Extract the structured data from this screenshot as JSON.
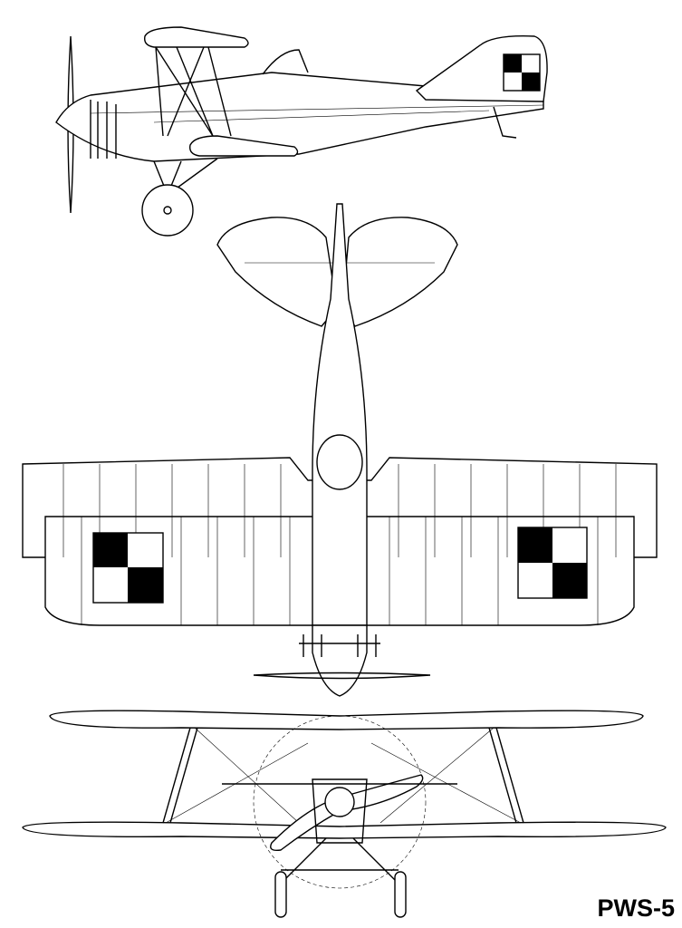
{
  "drawing": {
    "title": "PWS-5",
    "views": [
      "side-view",
      "top-view",
      "front-view"
    ],
    "ink_color": "#000000",
    "background_color": "#ffffff"
  }
}
